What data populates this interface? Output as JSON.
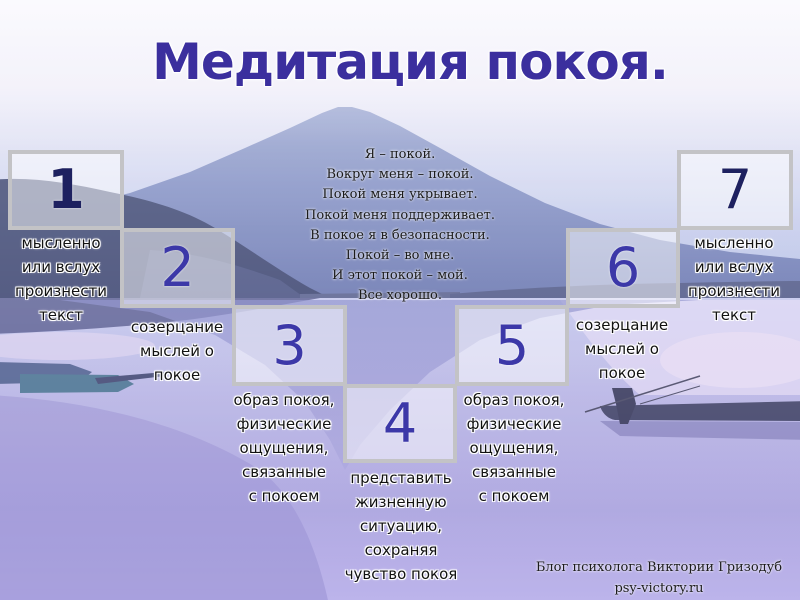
{
  "title": "Медитация покоя.",
  "mantra": [
    "Я – покой.",
    "Вокруг меня – покой.",
    "Покой меня укрывает.",
    "Покой меня поддерживает.",
    "В покое я в безопасности.",
    "Покой – во мне.",
    "И этот покой – мой.",
    "Все хорошо."
  ],
  "steps": [
    {
      "number": "1",
      "caption": [
        "мысленно",
        "или вслух",
        "произнести",
        "текст"
      ]
    },
    {
      "number": "2",
      "caption": [
        "созерцание",
        "мыслей о",
        "покое"
      ]
    },
    {
      "number": "3",
      "caption": [
        "образ покоя,",
        "физические",
        "ощущения,",
        "связанные",
        "с покоем"
      ]
    },
    {
      "number": "4",
      "caption": [
        "представить",
        "жизненную",
        "ситуацию,",
        "сохраняя",
        "чувство покоя"
      ]
    },
    {
      "number": "5",
      "caption": [
        "образ покоя,",
        "физические",
        "ощущения,",
        "связанные",
        "с покоем"
      ]
    },
    {
      "number": "6",
      "caption": [
        "созерцание",
        "мыслей о",
        "покое"
      ]
    },
    {
      "number": "7",
      "caption": [
        "мысленно",
        "или вслух",
        "произнести",
        "текст"
      ]
    }
  ],
  "footer": {
    "blog": "Блог психолога Виктории Гризодуб",
    "site": "psy-victory.ru"
  },
  "colors": {
    "title": "#3b2f9e",
    "number_dark": "#1e2160",
    "number": "#3c38a8",
    "caption_text": "#111111",
    "box_border": "#c3c3c6"
  }
}
